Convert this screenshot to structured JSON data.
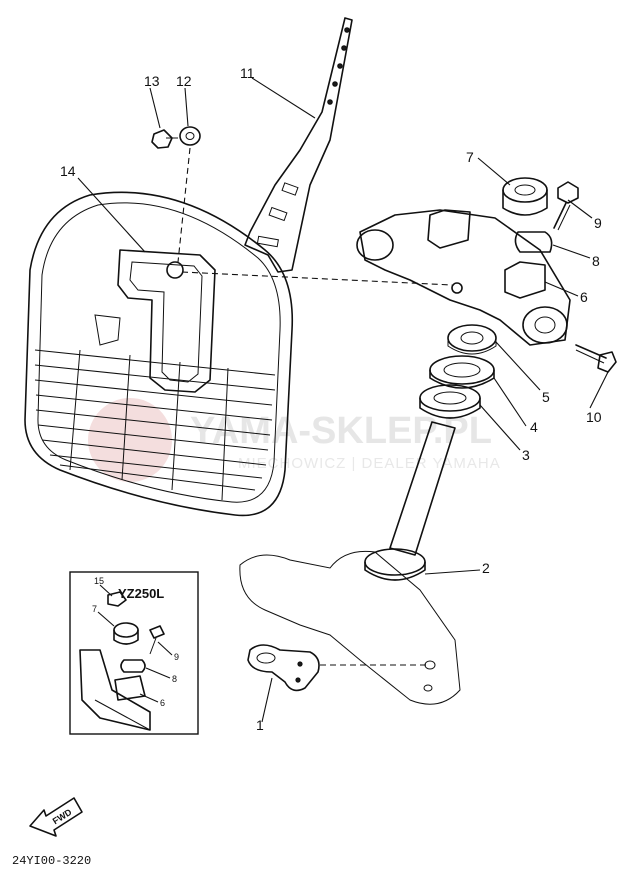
{
  "watermark": {
    "title": "YAMA-SKLEP.PL",
    "subtitle": "MIECHOWICZ | DEALER YAMAHA"
  },
  "callouts": {
    "c1": "1",
    "c2": "2",
    "c3": "3",
    "c4": "4",
    "c5": "5",
    "c6": "6",
    "c7": "7",
    "c8": "8",
    "c9": "9",
    "c10": "10",
    "c11": "11",
    "c12": "12",
    "c13": "13",
    "c14": "14"
  },
  "inset": {
    "title": "YZ250L",
    "callouts": {
      "c15": "15",
      "c7": "7",
      "c9": "9",
      "c8": "8",
      "c6": "6"
    }
  },
  "fwd_label": "FWD",
  "diagram_code": "24YI00-3220"
}
